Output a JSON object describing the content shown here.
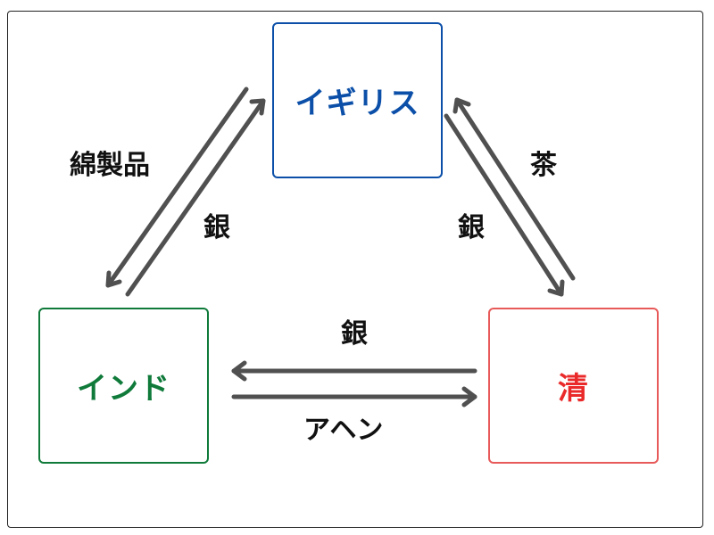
{
  "nodes": {
    "uk": {
      "label": "イギリス",
      "color": "#0b4fa8",
      "border": "#0b4fa8"
    },
    "india": {
      "label": "インド",
      "color": "#0f7a3a",
      "border": "#0f7a3a"
    },
    "qing": {
      "label": "清",
      "color": "#ea2a2a",
      "border": "#e85a5a"
    }
  },
  "flows": {
    "india_to_uk": "綿製品",
    "uk_to_india": "銀",
    "qing_to_uk": "茶",
    "uk_to_qing": "銀",
    "qing_to_india": "銀",
    "india_to_qing": "アヘン"
  },
  "colors": {
    "arrow": "#505050"
  }
}
